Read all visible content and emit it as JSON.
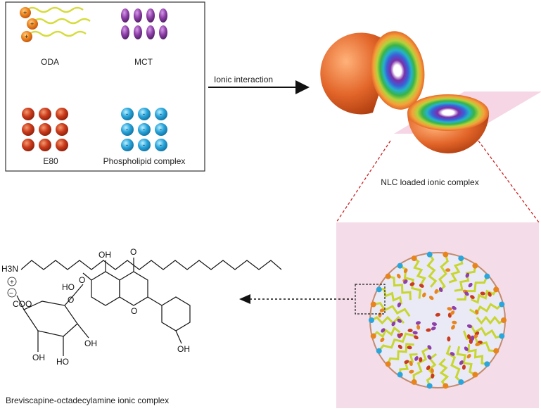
{
  "legend": {
    "oda": "ODA",
    "mct": "MCT",
    "e80": "E80",
    "phospholipid": "Phospholipid complex"
  },
  "process": {
    "arrow_label": "Ionic interaction"
  },
  "nlc": {
    "label": "NLC loaded ionic complex"
  },
  "molecule": {
    "amine": "H3N",
    "plus": "+",
    "minus": "−",
    "coo": "COO",
    "oh1": "HO",
    "oh2": "OH",
    "ketone_o": "O",
    "ring_o": "O",
    "glyco_o": "O",
    "phenol_oh": "OH",
    "sugar_oh1": "OH",
    "sugar_oh2": "HO",
    "sugar_oh3": "OH",
    "sugar_o": "O",
    "caption": "Breviscapine-octadecylamine ionic complex"
  },
  "colors": {
    "oda_head": "#e8841e",
    "oda_tail": "#d6dc3c",
    "mct": "#8e3fa8",
    "e80": "#c93a1e",
    "phospholipid": "#2aa6dc",
    "pink_panel": "#f4dce8",
    "sphere_shell": "#e3662a"
  }
}
